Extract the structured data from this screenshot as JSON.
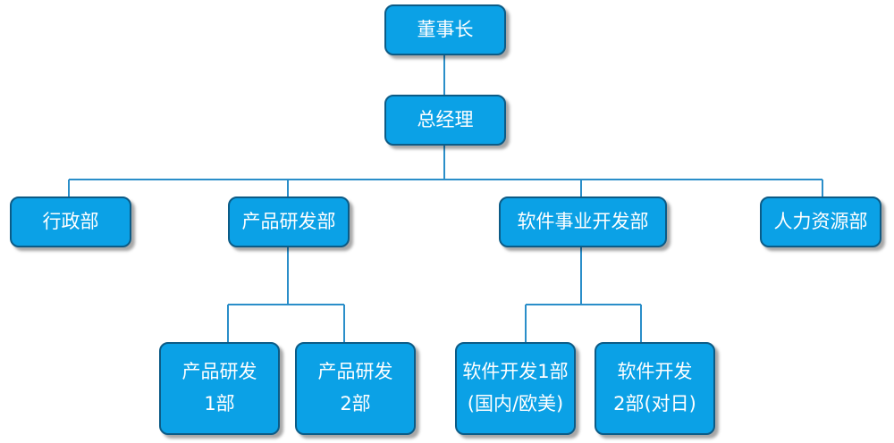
{
  "org_chart": {
    "chairman": "董事长",
    "general_manager": "总经理",
    "departments": {
      "admin": "行政部",
      "product_rd": "产品研发部",
      "software_biz": "软件事业开发部",
      "hr": "人力资源部"
    },
    "sub_departments": {
      "product_rd_1": "产品研发\n1部",
      "product_rd_2": "产品研发\n2部",
      "software_dev_1": "软件开发1部\n(国内/欧美)",
      "software_dev_2": "软件开发\n2部(对日)"
    }
  },
  "colors": {
    "box_fill": "#0ba1e6",
    "box_border": "#0c5b86",
    "connector": "#2a8ec9"
  }
}
